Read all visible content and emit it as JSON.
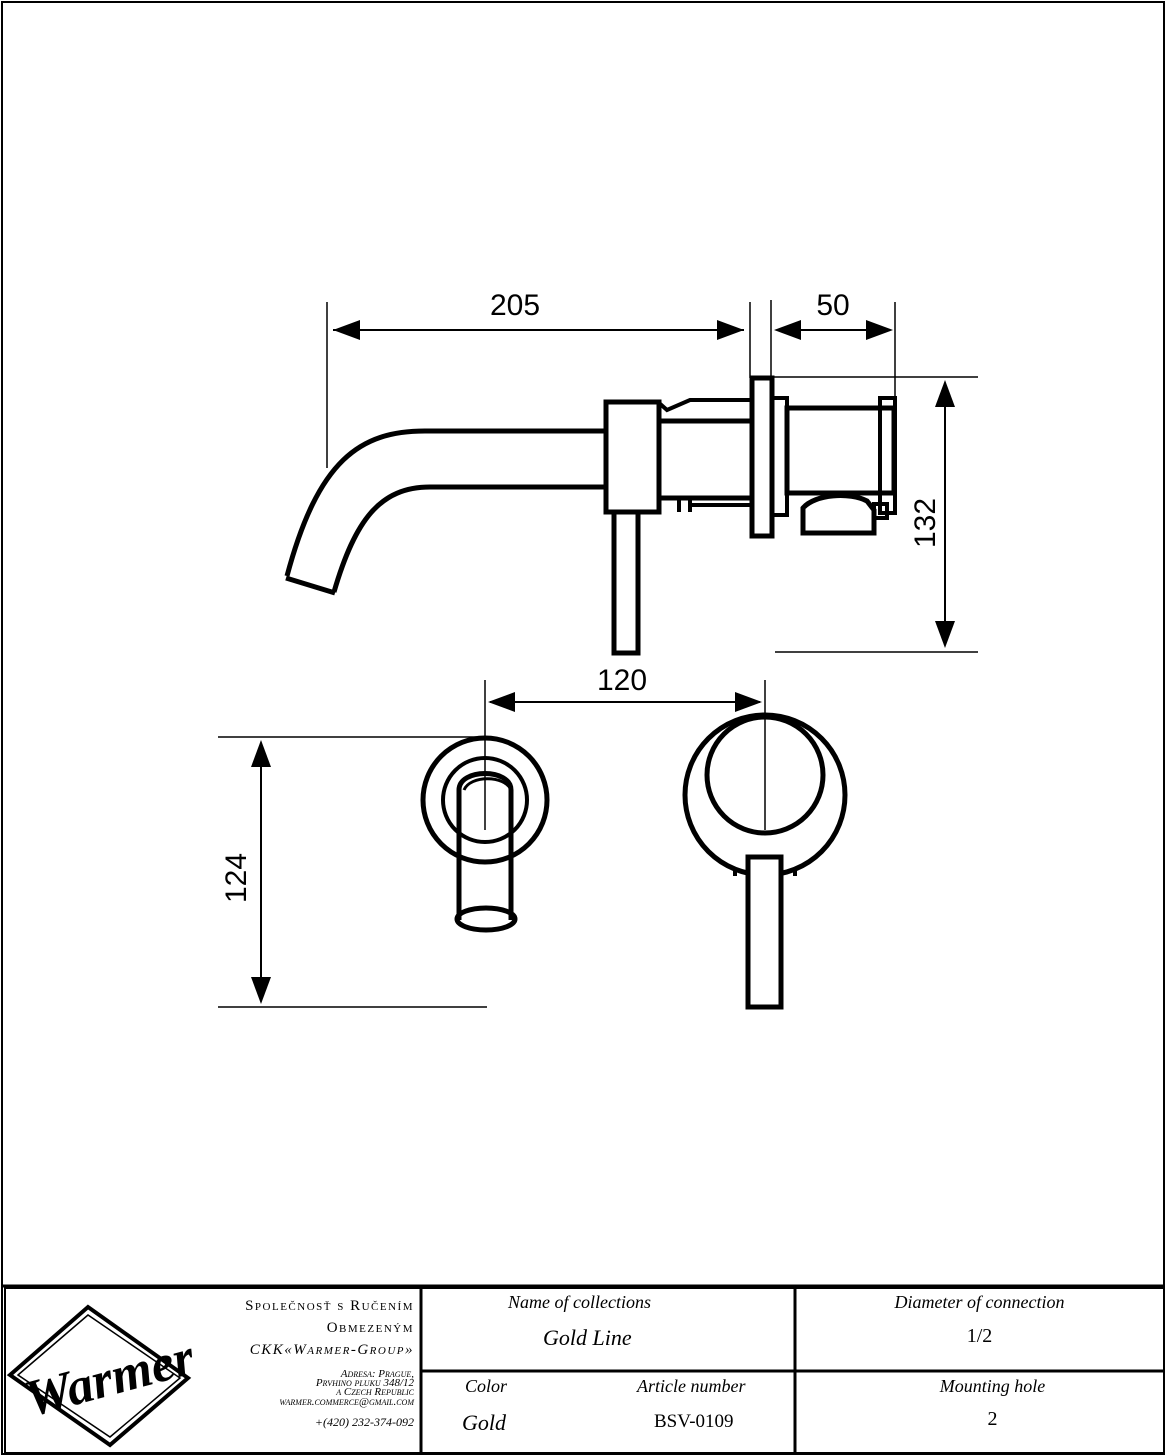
{
  "dimensions": {
    "spout_length": "205",
    "body_depth": "50",
    "height": "132",
    "axis_spacing": "120",
    "plate_height": "124"
  },
  "title_block": {
    "logo_text": "Warmer",
    "company": {
      "line1": "Společnosť s Ručením",
      "line2": "Obmezeným",
      "line3": "CKK«Warmer-Group»",
      "address1": "Adresa: Prague,",
      "address2": "Prvhino pluku 348/12",
      "address3": "a Czech Republic",
      "email": "warmer.commerce@gmail.com",
      "phone": "+(420) 232-374-092"
    },
    "collection": {
      "label": "Name of collections",
      "value": "Gold Line"
    },
    "color": {
      "label": "Color",
      "value": "Gold"
    },
    "article": {
      "label": "Article number",
      "value": "BSV-0109"
    },
    "diameter": {
      "label": "Diameter of connection",
      "value": "1/2"
    },
    "mounting": {
      "label": "Mounting hole",
      "value": "2"
    }
  }
}
